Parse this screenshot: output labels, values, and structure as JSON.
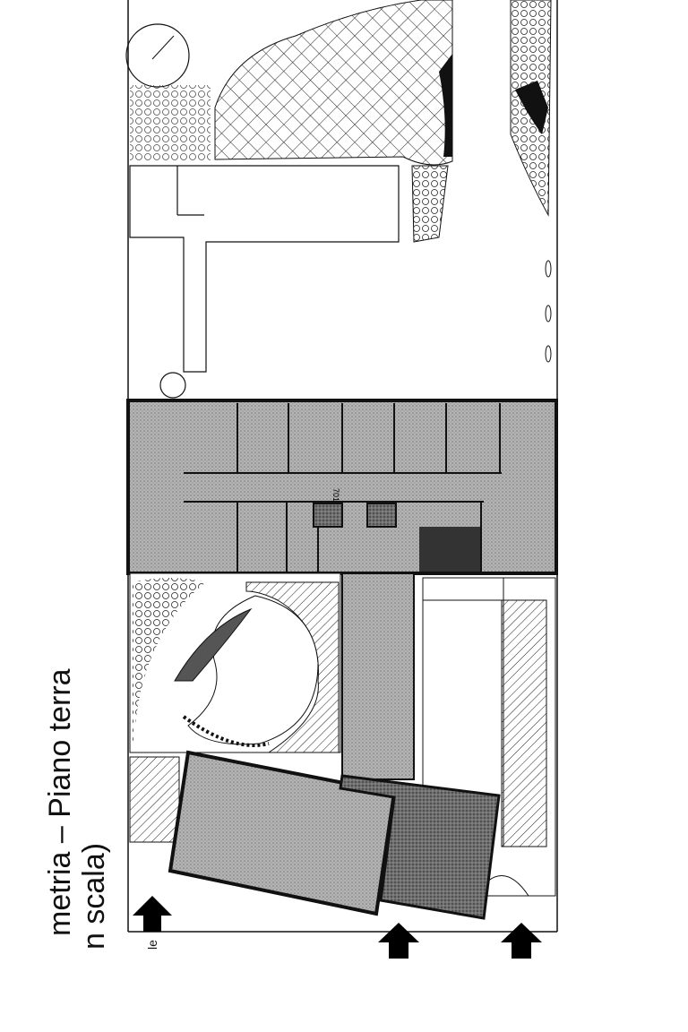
{
  "caption": {
    "line1": "metria – Piano terra",
    "line2": "n scala)",
    "entrance_label": "le"
  },
  "plan": {
    "room_label": "701",
    "colors": {
      "building_fill": "#a9a9a9",
      "dark_building_fill": "#6e6e6e",
      "line": "#111111"
    },
    "entrance_arrows": 3
  }
}
